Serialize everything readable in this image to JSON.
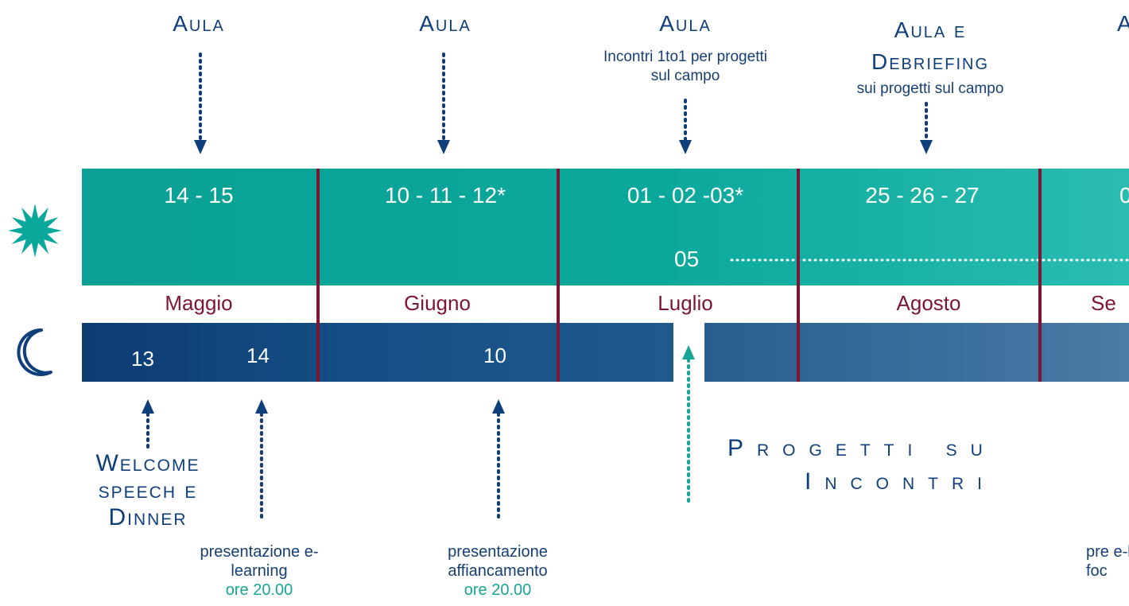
{
  "top": {
    "col1": {
      "title": "Aula"
    },
    "col2": {
      "title": "Aula"
    },
    "col3": {
      "title": "Aula",
      "sub": "Incontri 1to1 per progetti sul campo"
    },
    "col4": {
      "title": "Aula e Debriefing",
      "sub": "sui progetti sul campo"
    },
    "col5": {
      "title": "A"
    }
  },
  "day_row": {
    "dates": [
      "14 - 15",
      "10 - 11 - 12*",
      "01 - 02 -03*",
      "25 - 26 - 27",
      "0"
    ],
    "extra": "05"
  },
  "months": [
    "Maggio",
    "Giugno",
    "Luglio",
    "Agosto",
    "Se"
  ],
  "night_row": {
    "dates": [
      "13",
      "14",
      "10"
    ]
  },
  "bottom": {
    "welcome": "Welcome speech e Dinner",
    "note1": {
      "text": "presentazione e-learning",
      "time": "ore 20.00"
    },
    "note2": {
      "text": "presentazione affiancamento",
      "time": "ore 20.00"
    },
    "note3": {
      "text": "pre e-l foc"
    },
    "projects_line1": "Progetti su",
    "projects_line2": "Incontri"
  },
  "colors": {
    "teal": "#0aa89b",
    "navy": "#0e3f7a",
    "maroon": "#7b1634",
    "accent": "#16a596"
  },
  "icons": {
    "day": "sun-icon",
    "night": "moon-icon"
  }
}
